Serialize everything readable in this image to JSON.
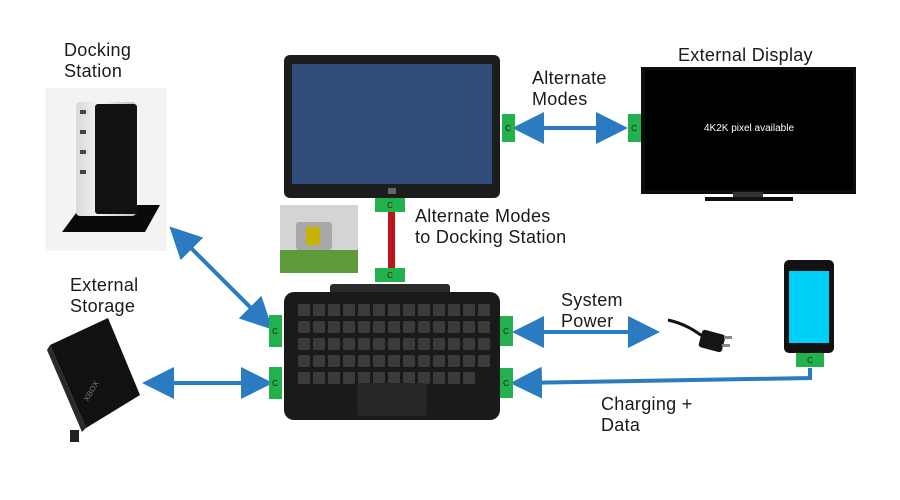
{
  "labels": {
    "docking_station": "Docking\nStation",
    "external_storage": "External\nStorage",
    "alternate_modes": "Alternate\nModes",
    "external_display": "External Display",
    "alternate_modes_docking": "Alternate Modes\nto Docking Station",
    "system_power": "System\nPower",
    "charging_data": "Charging +\nData"
  },
  "display_screen_text": "4K2K pixel available",
  "connector_letter": "C",
  "storage_brand": "XBOX",
  "colors": {
    "arrow": "#2a7bc1",
    "connector": "#22b14c",
    "cable": "#c0141c",
    "tablet_screen": "#2f4c7a",
    "phone_screen": "#00d0f8"
  },
  "icons": [
    "docking-station",
    "external-storage-drive",
    "tablet",
    "keyboard-dock",
    "external-display",
    "power-adapter",
    "smartphone",
    "hinge-closeup"
  ]
}
